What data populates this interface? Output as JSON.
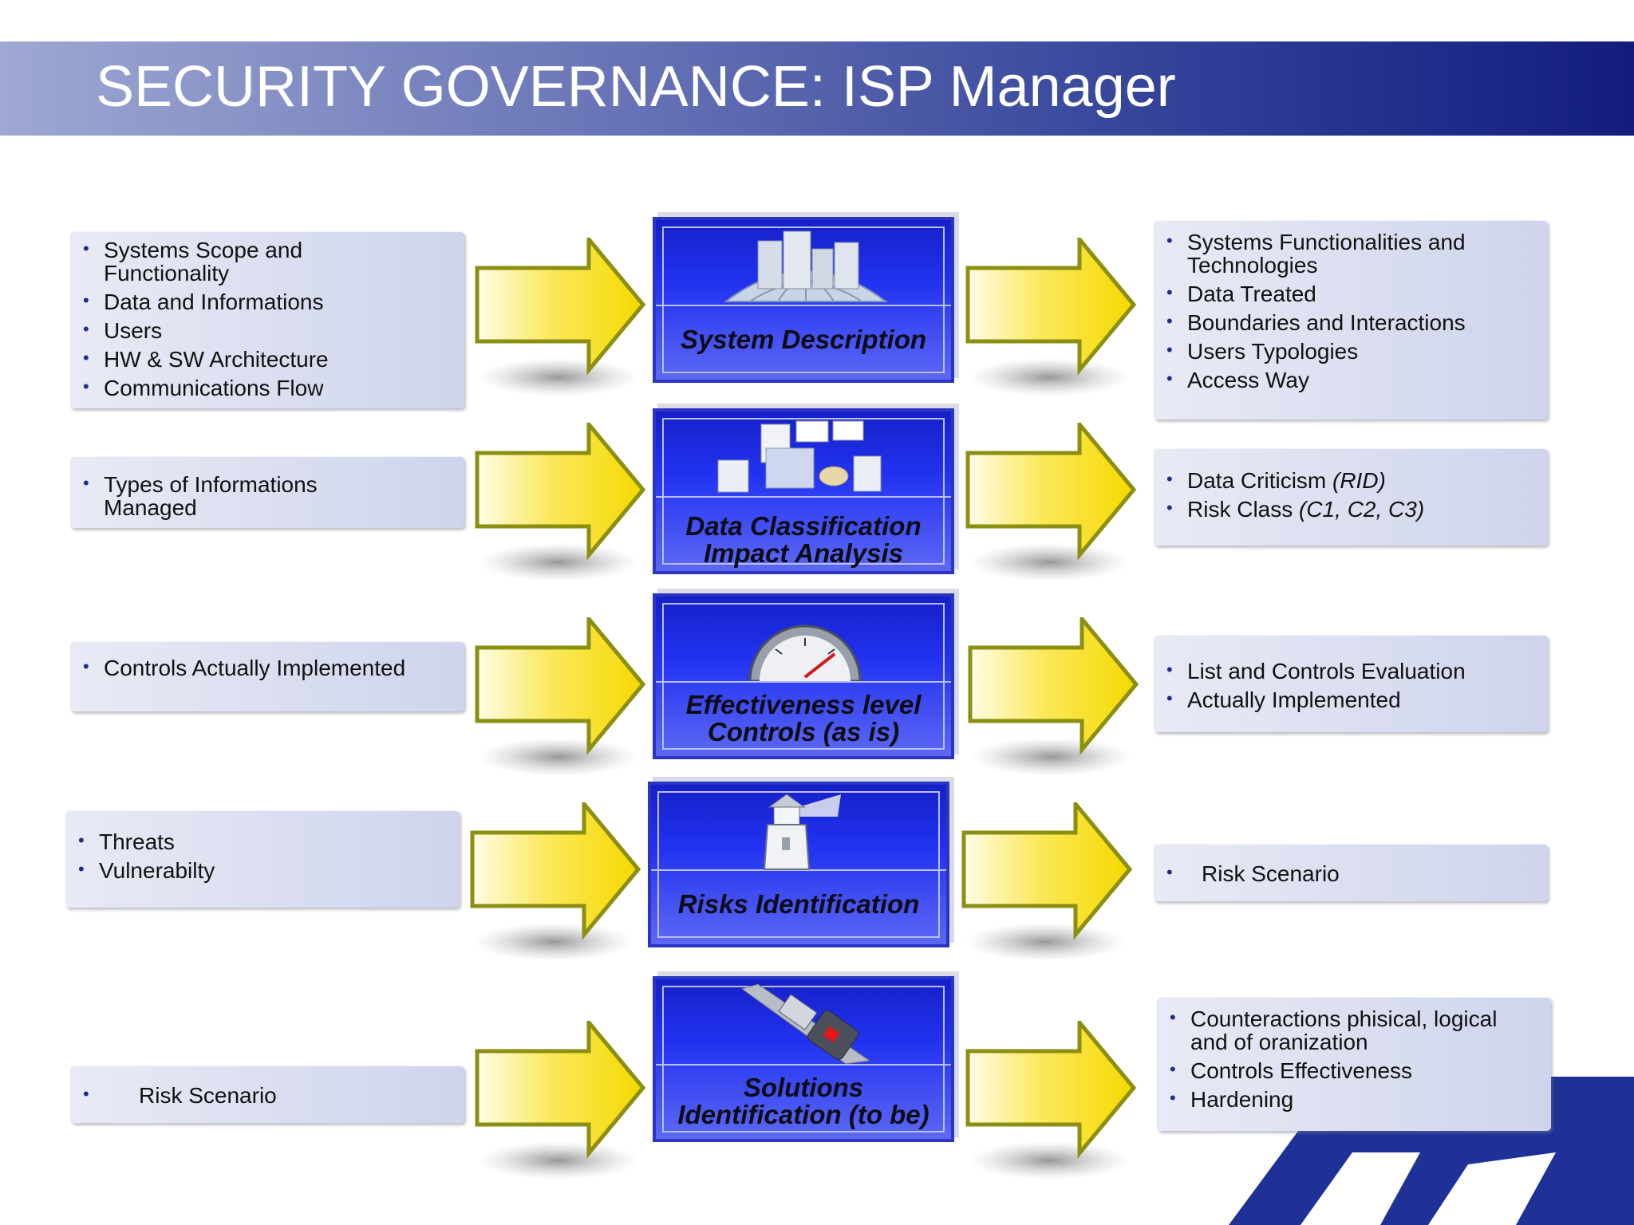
{
  "header": {
    "title": "SECURITY GOVERNANCE: ISP Manager"
  },
  "colors": {
    "arrow": "#f8dc10",
    "box_blue": "#2233f2",
    "title_dark": "#121c7e"
  },
  "rows": [
    {
      "inputs": [
        "Systems Scope and Functionality",
        "Data and Informations",
        "Users",
        "HW & SW Architecture",
        "Communications Flow"
      ],
      "step": {
        "label_line1": "System Description",
        "label_line2": "",
        "icon": "city-globe-icon"
      },
      "outputs": [
        {
          "text": "Systems Functionalities and Technologies",
          "italic": ""
        },
        {
          "text": "Data Treated",
          "italic": ""
        },
        {
          "text": "Boundaries and Interactions",
          "italic": ""
        },
        {
          "text": "Users Typologies",
          "italic": ""
        },
        {
          "text": "Access Way",
          "italic": ""
        }
      ]
    },
    {
      "inputs": [
        "Types of Informations Managed"
      ],
      "step": {
        "label_line1": "Data Classification",
        "label_line2": "Impact Analysis",
        "icon": "documents-icon"
      },
      "outputs": [
        {
          "text": "Data Criticism ",
          "italic": "(RID)"
        },
        {
          "text": "Risk Class ",
          "italic": "(C1, C2, C3)"
        }
      ]
    },
    {
      "inputs": [
        "Controls Actually Implemented"
      ],
      "step": {
        "label_line1": "Effectiveness level",
        "label_line2": "Controls (as is)",
        "icon": "gauge-icon"
      },
      "outputs": [
        {
          "text": "List  and Controls Evaluation",
          "italic": ""
        },
        {
          "text": " Actually  Implemented",
          "italic": ""
        }
      ]
    },
    {
      "inputs": [
        "Threats",
        "Vulnerabilty"
      ],
      "step": {
        "label_line1": "Risks Identification",
        "label_line2": "",
        "icon": "lighthouse-icon"
      },
      "outputs": [
        {
          "text": "Risk Scenario",
          "italic": ""
        }
      ]
    },
    {
      "inputs": [
        "Risk Scenario"
      ],
      "step": {
        "label_line1": "Solutions",
        "label_line2": "Identification (to be)",
        "icon": "seatbelt-icon"
      },
      "outputs": [
        {
          "text": "Counteractions phisical, logical and  of oranization",
          "italic": ""
        },
        {
          "text": "Controls  Effectiveness",
          "italic": ""
        },
        {
          "text": "Hardening",
          "italic": ""
        }
      ]
    }
  ]
}
